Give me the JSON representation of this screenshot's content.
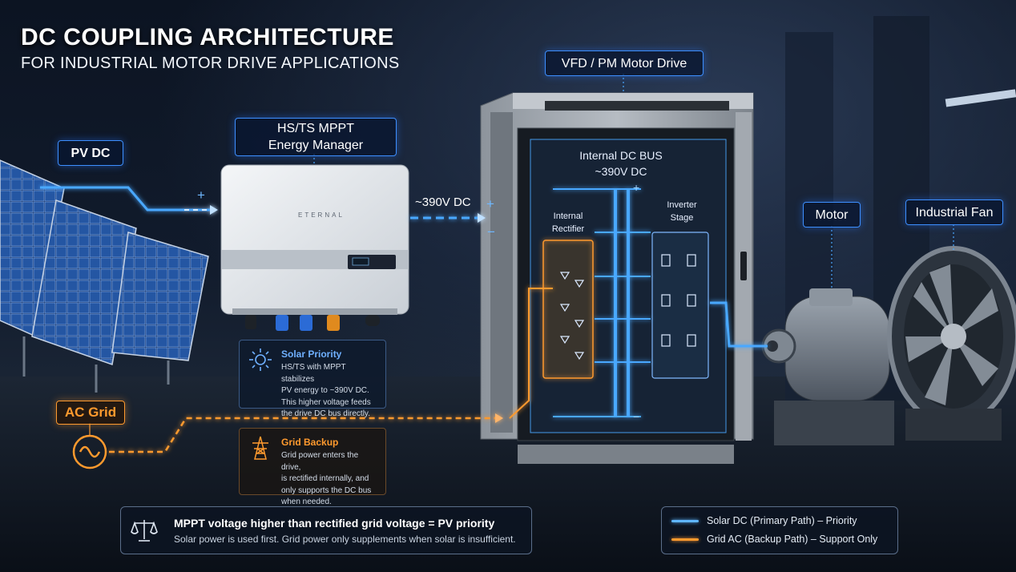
{
  "header": {
    "title": "DC COUPLING ARCHITECTURE",
    "subtitle": "FOR INDUSTRIAL MOTOR DRIVE APPLICATIONS"
  },
  "labels": {
    "pv_dc": "PV DC",
    "mppt_line1": "HS/TS MPPT",
    "mppt_line2": "Energy Manager",
    "vfd": "VFD / PM Motor Drive",
    "motor": "Motor",
    "fan": "Industrial Fan",
    "ac_grid": "AC Grid",
    "voltage": "~390V DC",
    "plus": "+",
    "minus": "−",
    "brand": "ETERNAL"
  },
  "drive": {
    "bus_line1": "Internal DC BUS",
    "bus_line2": "~390V DC",
    "rectifier_line1": "Internal",
    "rectifier_line2": "Rectifier",
    "inverter_line1": "Inverter",
    "inverter_line2": "Stage"
  },
  "solar_panel": {
    "title": "Solar Priority",
    "lines": [
      "HS/TS with MPPT stabilizes",
      "PV energy to ~390V DC.",
      "This higher voltage feeds",
      "the drive DC bus directly."
    ]
  },
  "grid_panel": {
    "title": "Grid Backup",
    "lines": [
      "Grid power enters the drive,",
      "is rectified internally, and",
      "only supports the DC bus",
      "when needed."
    ]
  },
  "summary": {
    "headline": "MPPT voltage higher than rectified grid voltage = PV priority",
    "detail": "Solar power is used first. Grid power only supplements when solar is insufficient."
  },
  "legend": [
    {
      "label": "Solar DC (Primary Path) – Priority",
      "color": "#5fb6ff"
    },
    {
      "label": "Grid AC (Backup Path) – Support Only",
      "color": "#ff9a2e"
    }
  ],
  "colors": {
    "solar": "#4aa8ff",
    "grid": "#ff9a2e"
  }
}
